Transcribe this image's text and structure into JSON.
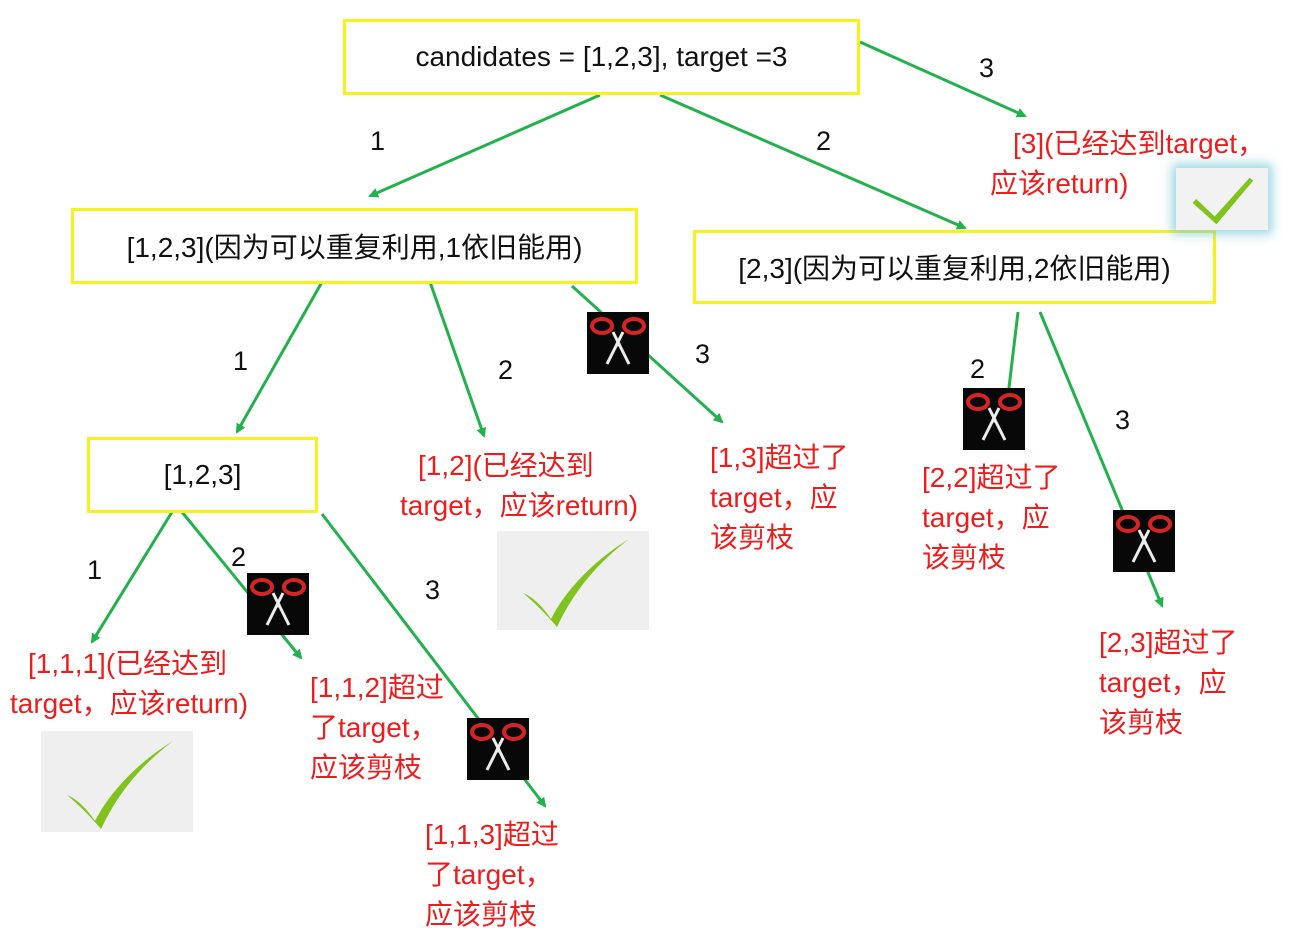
{
  "colors": {
    "node_border": "#f6f21a",
    "arrow": "#22b14c",
    "result_text": "#ee1d1d",
    "check": "#7fc31c"
  },
  "nodes": {
    "root": "candidates = [1,2,3], target =3",
    "left": "[1,2,3](因为可以重复利用,1依旧能用)",
    "right": "[2,3](因为可以重复利用,2依旧能用)",
    "leftleft": "[1,2,3]"
  },
  "edge_labels": {
    "root_1": "1",
    "root_2": "2",
    "root_3": "3",
    "left_1": "1",
    "left_2": "2",
    "left_3": "3",
    "right_2": "2",
    "right_3": "3",
    "ll_1": "1",
    "ll_2": "2",
    "ll_3": "3"
  },
  "results": {
    "r3": [
      "[3](已经达到target，",
      "应该return)"
    ],
    "r12": [
      "[1,2](已经达到",
      "target，应该return)"
    ],
    "r13": [
      "[1,3]超过了",
      "target，应",
      "该剪枝"
    ],
    "r22": [
      "[2,2]超过了",
      "target，应",
      "该剪枝"
    ],
    "r23": [
      "[2,3]超过了",
      "target，应",
      "该剪枝"
    ],
    "r111": [
      "[1,1,1](已经达到",
      "target，应该return)"
    ],
    "r112": [
      "[1,1,2]超过",
      "了target，",
      "应该剪枝"
    ],
    "r113": [
      "[1,1,3]超过",
      "了target，",
      "应该剪枝"
    ]
  },
  "icons": {
    "prune": "scissors-icon",
    "accepted": "checkmark-icon"
  }
}
